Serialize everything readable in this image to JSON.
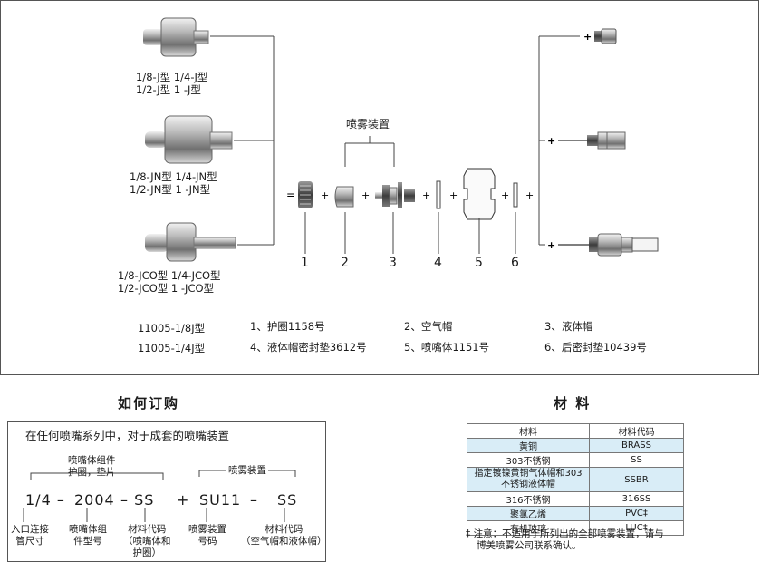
{
  "diagram": {
    "assembly_labels": [
      {
        "line1": "1/8-J型   1/4-J型",
        "line2": "1/2-J型    1 -J型"
      },
      {
        "line1": "1/8-JN型   1/4-JN型",
        "line2": "1/2-JN型    1 -JN型"
      },
      {
        "line1": "1/8-JCO型   1/4-JCO型",
        "line2": "1/2-JCO型    1 -JCO型"
      }
    ],
    "spray_setup_label": "喷雾装置",
    "part_numbers": [
      "1",
      "2",
      "3",
      "4",
      "5",
      "6"
    ],
    "models": [
      "11005-1/8J型",
      "11005-1/4J型"
    ],
    "legend": [
      "1、护圈1158号",
      "2、空气帽",
      "3、液体帽",
      "4、液体帽密封垫3612号",
      "5、喷嘴体1151号",
      "6、后密封垫10439号"
    ]
  },
  "ordering": {
    "title": "如何订购",
    "intro": "在任何喷嘴系列中，对于成套的喷嘴装置",
    "group1_label_line1": "喷嘴体组件",
    "group1_label_line2": "护圈，垫片",
    "group2_label": "喷雾装置",
    "code": {
      "p1": "1/4 –",
      "p2": "2004",
      "p3": "– SS",
      "plus": "+",
      "p4": "SU11",
      "p5": "–",
      "p6": "SS"
    },
    "notes": [
      {
        "l1": "入口连接",
        "l2": "管尺寸"
      },
      {
        "l1": "喷嘴体组",
        "l2": "件型号"
      },
      {
        "l1": "材料代码",
        "l2": "（喷嘴体和",
        "l3": "护圈）"
      },
      {
        "l1": "喷雾装置",
        "l2": "号码"
      },
      {
        "l1": "材料代码",
        "l2": "（空气帽和液体帽）"
      }
    ]
  },
  "materials": {
    "title": "材   料",
    "headers": [
      "材料",
      "材料代码"
    ],
    "rows": [
      {
        "material": "黄铜",
        "code": "BRASS"
      },
      {
        "material": "303不锈钢",
        "code": "SS"
      },
      {
        "material": "指定镀镍黄铜气体帽和303不锈钢液体帽",
        "code": "SSBR"
      },
      {
        "material": "316不锈钢",
        "code": "316SS"
      },
      {
        "material": "聚氯乙烯",
        "code": "PVC‡"
      },
      {
        "material": "有机玻璃",
        "code": "LUC‡"
      }
    ],
    "note_line1": "‡ 注意：不适用于所列出的全部喷雾装置，请与",
    "note_line2": "博美喷雾公司联系确认。"
  },
  "colors": {
    "row_highlight": "#d9edf7",
    "border": "#555555"
  }
}
